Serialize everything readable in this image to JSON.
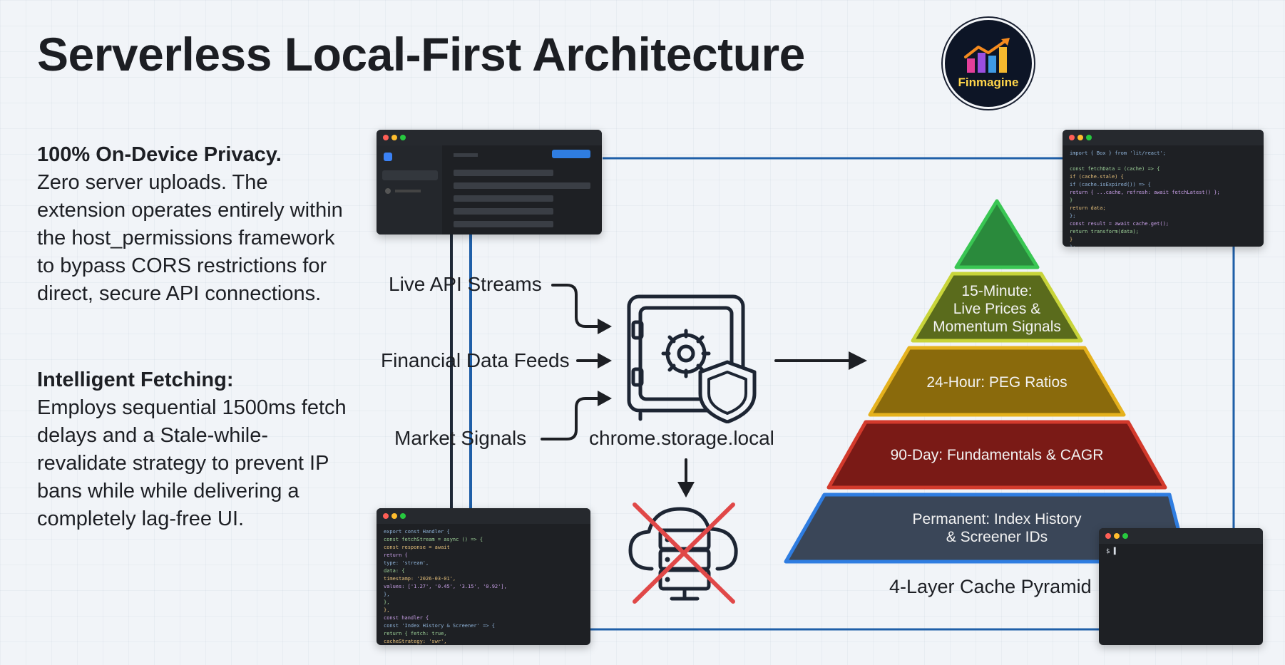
{
  "title": "Serverless Local-First Architecture",
  "logo": {
    "text": "Finmagine",
    "icon": "rising-chart-icon"
  },
  "privacy": {
    "heading": "100% On-Device Privacy.",
    "body": "Zero server uploads. The extension operates entirely within the host_permissions framework to bypass CORS restrictions for direct, secure API connections."
  },
  "fetching": {
    "heading": "Intelligent Fetching:",
    "body": "Employs sequential 1500ms fetch delays and a Stale-while-revalidate strategy to prevent IP bans while while delivering a completely lag-free UI."
  },
  "inputs": [
    "Live API Streams",
    "Financial Data Feeds",
    "Market Signals"
  ],
  "storage": {
    "label": "chrome.storage.local",
    "icon": "safe-vault-icon",
    "badge_icon": "shield-icon"
  },
  "no_server_icon": "crossed-cloud-server-icon",
  "pyramid": {
    "caption": "4-Layer Cache Pyramid",
    "tiers": [
      {
        "label": "15-Minute:\nLive Prices &\nMomentum Signals",
        "color": "#5a6b1c",
        "stroke": "#c8d43a"
      },
      {
        "label": "24-Hour: PEG Ratios",
        "color": "#8a6a0c",
        "stroke": "#e5b11d"
      },
      {
        "label": "90-Day: Fundamentals & CAGR",
        "color": "#7a1a16",
        "stroke": "#d33a2c"
      },
      {
        "label": "Permanent: Index History\n& Screener IDs",
        "color": "#3a4658",
        "stroke": "#2f7de1"
      }
    ],
    "apex_color": "#2a8a3c",
    "apex_stroke": "#39c653"
  },
  "code_snippets": {
    "top_right": [
      "import { Box } from 'lit/react';",
      "",
      "const fetchData = (cache) => {",
      "  if (cache.stale) {",
      "    if (cache.isExpired()) => {",
      "      return { ...cache, refresh: await fetchLatest() };",
      "    }",
      "    return data;",
      "  };",
      "  const result = await cache.get();",
      "    return transform(data);",
      "  }",
      "};"
    ],
    "bottom_left": [
      "export const Handler {",
      "  const fetchStream = async () => {",
      "    const response = await",
      "      return {",
      "        type: 'stream',",
      "        data: {",
      "          timestamp: '2026-03-01',",
      "          values: ['1.27', '0.45', '3.15', '0.92'],",
      "        },",
      "      },",
      "    },",
      "  const handler {",
      "    const 'Index History & Screener' => {",
      "      return { fetch: true,",
      "        cacheStrategy: 'swr',"
    ],
    "terminal": "$ ▌"
  }
}
